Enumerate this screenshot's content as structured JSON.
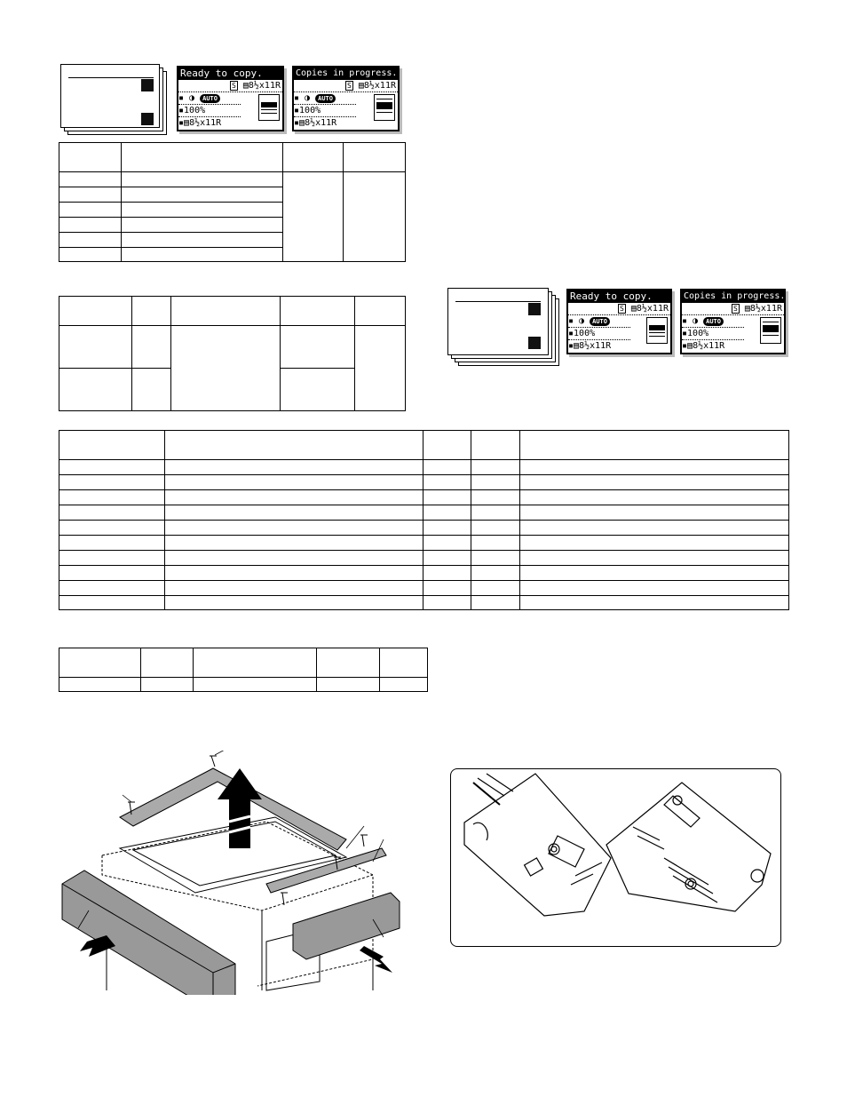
{
  "screens": {
    "ready": {
      "title": "Ready to copy.",
      "paper_top": "8½x11R",
      "sort_icon": "S",
      "auto_label": "AUTO",
      "ratio": "100%",
      "paper_bottom": "8½x11R"
    },
    "progress": {
      "title": "Copies in progress.",
      "paper_top": "8½x11R",
      "sort_icon": "S",
      "auto_label": "AUTO",
      "ratio": "100%",
      "paper_bottom": "8½x11R"
    }
  },
  "icons": {
    "contrast": "contrast-icon",
    "tray": "paper-tray-icon",
    "screw": "screw-icon",
    "arrow": "direction-arrow-icon"
  }
}
